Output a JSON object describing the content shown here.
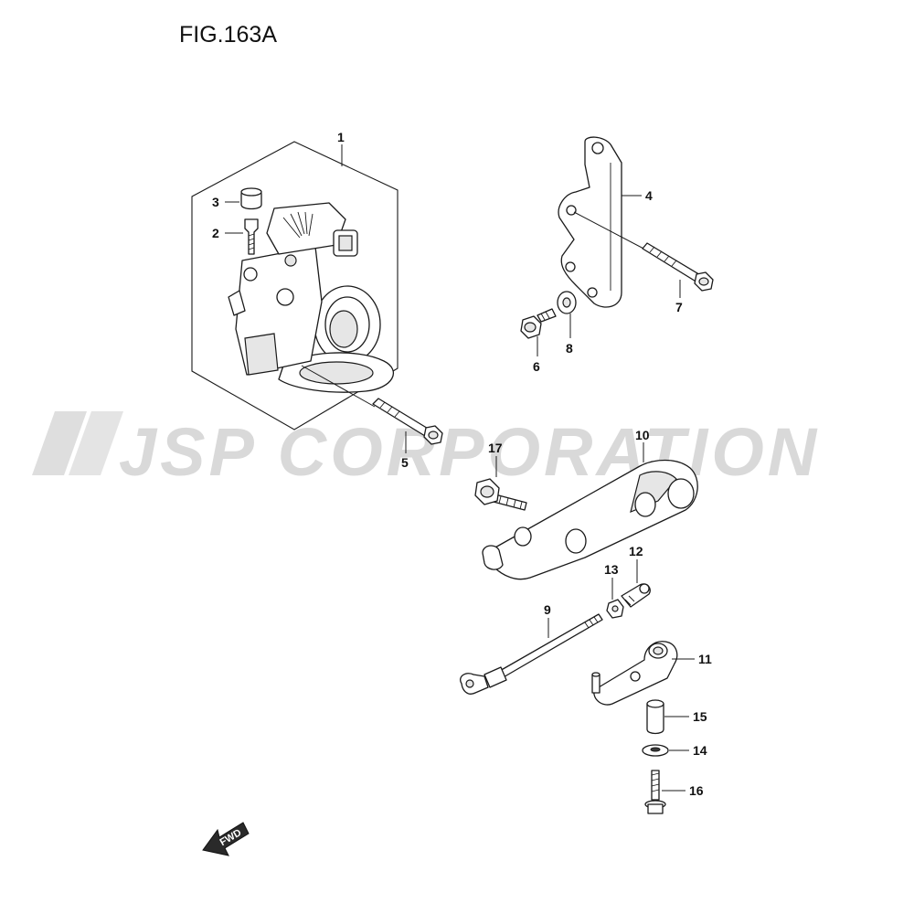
{
  "figure": {
    "title": "FIG.163A",
    "watermark": "JSP CORPORATION",
    "direction_arrow": "FWD"
  },
  "callouts": {
    "c1": "1",
    "c2": "2",
    "c3": "3",
    "c4": "4",
    "c5": "5",
    "c6": "6",
    "c7": "7",
    "c8": "8",
    "c9": "9",
    "c10": "10",
    "c11": "11",
    "c12": "12",
    "c13": "13",
    "c14": "14",
    "c15": "15",
    "c16": "16",
    "c17": "17"
  }
}
